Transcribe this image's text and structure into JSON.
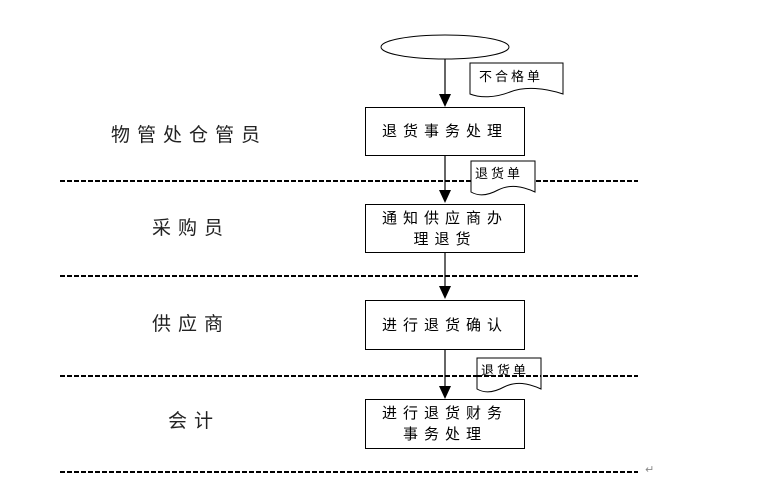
{
  "diagram": {
    "type": "cross-functional flowchart",
    "lanes": [
      {
        "label": "物管处仓管员"
      },
      {
        "label": "采购员"
      },
      {
        "label": "供应商"
      },
      {
        "label": "会计"
      }
    ],
    "start_node": {
      "shape": "ellipse",
      "label": ""
    },
    "processes": [
      {
        "lines": [
          "退货事务处理"
        ],
        "lane": 0
      },
      {
        "lines": [
          "通知供应商办",
          "理退货"
        ],
        "lane": 1
      },
      {
        "lines": [
          "进行退货确认"
        ],
        "lane": 2
      },
      {
        "lines": [
          "进行退货财务",
          "事务处理"
        ],
        "lane": 3
      }
    ],
    "documents": [
      {
        "label": "不合格单",
        "between": [
          "start",
          "process-0"
        ]
      },
      {
        "label": "退货单",
        "between": [
          "process-0",
          "process-1"
        ]
      },
      {
        "label": "退货单",
        "between": [
          "process-2",
          "process-3"
        ]
      }
    ],
    "paragraph_mark": "↵"
  }
}
